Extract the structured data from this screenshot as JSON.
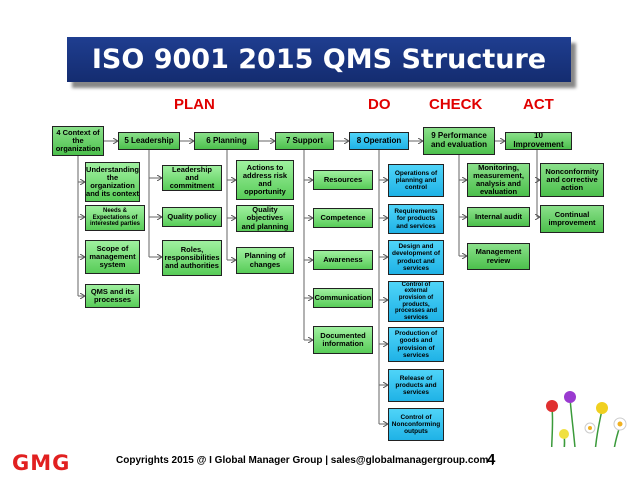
{
  "title": "ISO 9001 2015 QMS Structure",
  "phases": {
    "plan": "PLAN",
    "do": "DO",
    "check": "CHECK",
    "act": "ACT"
  },
  "nodes": {
    "n4": "4 Context of the organization",
    "n5": "5 Leadership",
    "n6": "6 Planning",
    "n7": "7 Support",
    "n8": "8 Operation",
    "n9": "9 Performance and evaluation",
    "n10": "10 Improvement",
    "c4_1": "Understanding the organization and its context",
    "c4_2": "Needs & Expectations of interested parties",
    "c4_3": "Scope of management system",
    "c4_4": "QMS and its processes",
    "c5_1": "Leadership and commitment",
    "c5_2": "Quality policy",
    "c5_3": "Roles, responsibilities and authorities",
    "c6_1": "Actions to address risk and opportunity",
    "c6_2": "Quality objectives and planning",
    "c6_3": "Planning of changes",
    "c7_1": "Resources",
    "c7_2": "Competence",
    "c7_3": "Awareness",
    "c7_4": "Communication",
    "c7_5": "Documented information",
    "c8_1": "Operations of planning and control",
    "c8_2": "Requirements for products and services",
    "c8_3": "Design and development of product and services",
    "c8_4": "Control of external provision of products, processes and services",
    "c8_5": "Production of goods and provision of services",
    "c8_6": "Release of products and services",
    "c8_7": "Control of Nonconforming outputs",
    "c9_1": "Monitoring, measurement, analysis and evaluation",
    "c9_2": "Internal audit",
    "c9_3": "Management review",
    "c10_1": "Nonconformity and corrective action",
    "c10_2": "Continual improvement"
  },
  "footer": {
    "brand": "GMG",
    "copyright": "Copyrights 2015 @ I Global Manager Group  |  sales@globalmanagergroup.com |",
    "page_number": "4"
  },
  "colors": {
    "green_box": "#5ccc5c",
    "blue_box": "#22b4e8",
    "title_bar": "#1a3580",
    "phase_text": "#e00000",
    "brand": "#e12020"
  }
}
